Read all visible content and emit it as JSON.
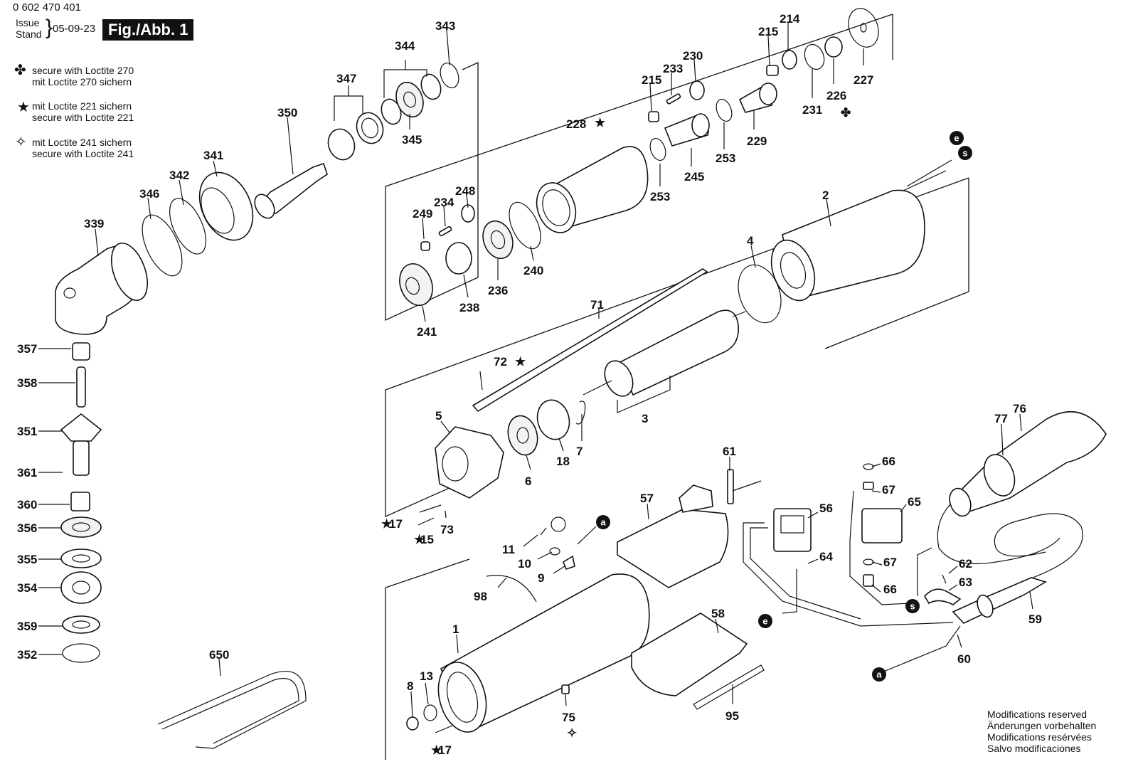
{
  "header": {
    "part_number": "0 602 470 401",
    "issue_label": "Issue",
    "stand_label": "Stand",
    "brace": "}",
    "date": "05-09-23",
    "figure": "Fig./Abb. 1"
  },
  "legend": [
    {
      "icon": "four-leaf-clover-icon",
      "symbol": "✤",
      "line1": "secure with Loctite 270",
      "line2": "mit Loctite 270 sichern"
    },
    {
      "icon": "star-icon",
      "symbol": "★",
      "line1": "mit Loctite 221 sichern",
      "line2": "secure with Loctite 221"
    },
    {
      "icon": "outline-star-icon",
      "symbol": "✧",
      "line1": "mit Loctite 241 sichern",
      "line2": "secure with Loctite 241"
    }
  ],
  "callouts": {
    "p343": "343",
    "p344": "344",
    "p347": "347",
    "p345": "345",
    "p350": "350",
    "p341": "341",
    "p342": "342",
    "p346": "346",
    "p339": "339",
    "p357": "357",
    "p358": "358",
    "p351": "351",
    "p361": "361",
    "p360": "360",
    "p356": "356",
    "p355": "355",
    "p354": "354",
    "p359": "359",
    "p352": "352",
    "p650": "650",
    "p214": "214",
    "p215a": "215",
    "p215b": "215",
    "p233": "233",
    "p230": "230",
    "p227": "227",
    "p226": "226",
    "p231": "231",
    "p229": "229",
    "p228": "228",
    "p253a": "253",
    "p253b": "253",
    "p245": "245",
    "p248": "248",
    "p234": "234",
    "p249": "249",
    "p240": "240",
    "p236": "236",
    "p238": "238",
    "p241": "241",
    "p2": "2",
    "p4": "4",
    "p71": "71",
    "p72": "72",
    "p3": "3",
    "p5": "5",
    "p6": "6",
    "p18": "18",
    "p7": "7",
    "p17a": "17",
    "p15": "15",
    "p73": "73",
    "p61": "61",
    "p57": "57",
    "p11": "11",
    "p10": "10",
    "p9": "9",
    "p98": "98",
    "p1": "1",
    "p8": "8",
    "p13": "13",
    "p17b": "17",
    "p75": "75",
    "p58": "58",
    "p95": "95",
    "p56": "56",
    "p66a": "66",
    "p67a": "67",
    "p65": "65",
    "p64": "64",
    "p67b": "67",
    "p66b": "66",
    "p62": "62",
    "p63": "63",
    "p77": "77",
    "p76": "76",
    "p59": "59",
    "p60": "60"
  },
  "connectors": {
    "e": "e",
    "s": "s",
    "a": "a"
  },
  "modifications": [
    "Modifications reserved",
    "Änderungen vorbehalten",
    "Modifications resérvées",
    "Salvo modificaciones"
  ]
}
